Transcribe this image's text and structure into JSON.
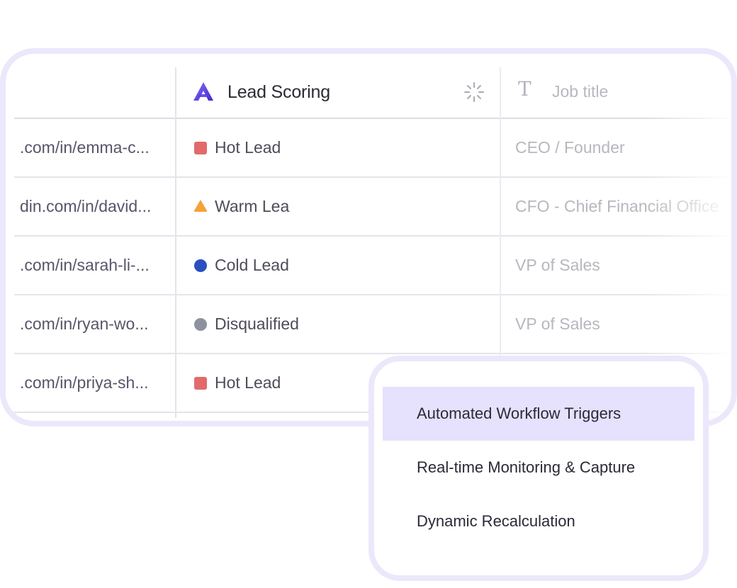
{
  "table": {
    "columns": {
      "lead_scoring": {
        "label": "Lead Scoring",
        "icon": "brand-logo-icon"
      },
      "job_title": {
        "label": "Job title",
        "icon": "text-type-icon"
      }
    },
    "rows": [
      {
        "url": ".com/in/emma-c...",
        "score": "Hot Lead",
        "status_shape": "square",
        "status_color": "#e26a6a",
        "job": "CEO / Founder"
      },
      {
        "url": "din.com/in/david...",
        "score": "Warm Lea",
        "status_shape": "triangle",
        "status_color": "#f4a23a",
        "job": "CFO - Chief Financial Office"
      },
      {
        "url": ".com/in/sarah-li-...",
        "score": "Cold Lead",
        "status_shape": "circle",
        "status_color": "#2a4fbf",
        "job": "VP of Sales"
      },
      {
        "url": ".com/in/ryan-wo...",
        "score": "Disqualified",
        "status_shape": "circle",
        "status_color": "#8e929e",
        "job": "VP of Sales"
      },
      {
        "url": ".com/in/priya-sh...",
        "score": "Hot Lead",
        "status_shape": "square",
        "status_color": "#e26a6a",
        "job": ""
      }
    ]
  },
  "menu": {
    "items": [
      {
        "label": "Automated Workflow Triggers",
        "active": true
      },
      {
        "label": "Real-time Monitoring & Capture",
        "active": false
      },
      {
        "label": "Dynamic Recalculation",
        "active": false
      }
    ]
  },
  "colors": {
    "accent": "#6b4ee6",
    "card_border": "#ece7fb",
    "menu_active_bg": "#e6e1fc"
  }
}
